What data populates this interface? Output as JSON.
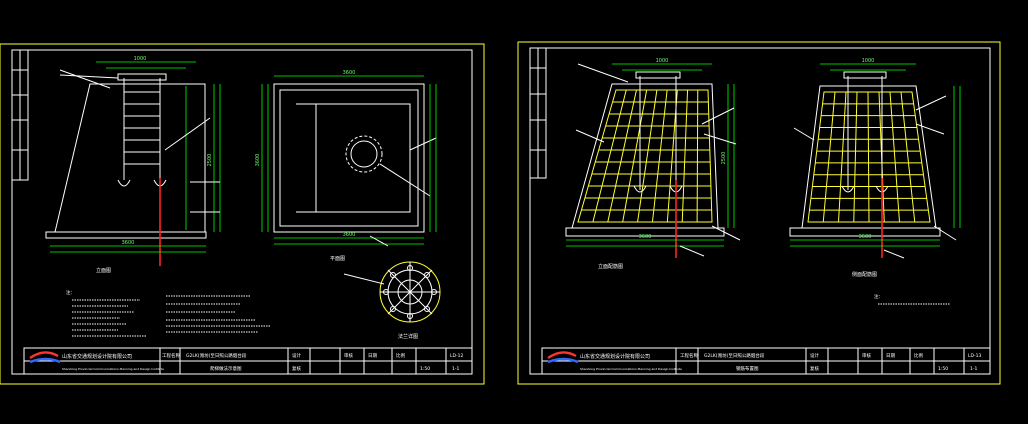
{
  "sheets": [
    {
      "company": "山东省交通规划设计院有限公司",
      "company_en": "Shandong Provincial Communications Planning and Design Institute",
      "project_label": "工程名称",
      "project_name": "G2LK(潍坊)至日照公路烟台段",
      "drawing_title": "爬梯做法示意图",
      "designer_label": "设计",
      "reviewer_label": "复核",
      "approver_label": "审核",
      "date_label": "日期",
      "scale": "1:50",
      "scale_label": "比例",
      "sheet_no": "LD-12",
      "sheet_count": "1-1",
      "plan_title": "平面图",
      "detail_title": "法兰详图",
      "elevation_title": "立面图",
      "notes_title": "注：",
      "dims": {
        "top": "1000",
        "mid": "2500",
        "base": "3600",
        "height": "2500",
        "plan_w": "3600",
        "plan_h": "3600"
      }
    },
    {
      "company": "山东省交通规划设计院有限公司",
      "company_en": "Shandong Provincial Communications Planning and Design Institute",
      "project_label": "工程名称",
      "project_name": "G2LK(潍坊)至日照公路烟台段",
      "drawing_title": "钢筋布置图",
      "designer_label": "设计",
      "reviewer_label": "复核",
      "approver_label": "审核",
      "date_label": "日期",
      "scale": "1:50",
      "scale_label": "比例",
      "sheet_no": "LD-13",
      "sheet_count": "1-1",
      "elevation_title": "立面配筋图",
      "side_title": "侧面配筋图",
      "notes_title": "注：",
      "dims": {
        "top": "1000",
        "mid": "2500",
        "base": "3600",
        "height": "2500"
      }
    }
  ],
  "colors": {
    "background": "#000000",
    "frame": "#ffff33",
    "dimension": "#00ff00",
    "rebar": "#ffff66",
    "ground_rod": "#ff2222",
    "outline": "#ffffff"
  }
}
